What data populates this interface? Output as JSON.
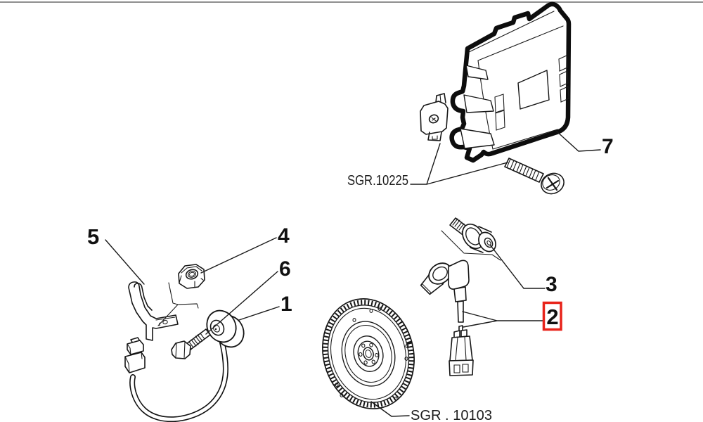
{
  "diagram": {
    "kind": "exploded-parts-diagram",
    "background": "#ffffff",
    "ink_color": "#1a1a1a",
    "highlight_color": "#e8231a",
    "frame_line_color": "#8f8f8f"
  },
  "callouts": [
    {
      "label": "1",
      "part": "knock-sensor-with-cable",
      "highlighted": false
    },
    {
      "label": "2",
      "part": "engine-rpm-sensor",
      "highlighted": true
    },
    {
      "label": "3",
      "part": "bolt-with-spacer",
      "highlighted": false
    },
    {
      "label": "4",
      "part": "self-locking-nut",
      "highlighted": false
    },
    {
      "label": "5",
      "part": "mounting-bracket",
      "highlighted": false
    },
    {
      "label": "6",
      "part": "hex-bolt",
      "highlighted": false
    },
    {
      "label": "7",
      "part": "engine-control-unit",
      "highlighted": false
    }
  ],
  "reference_codes": [
    {
      "code": "SGR.10225",
      "points_to": "ecu-retaining-clip-and-screw"
    },
    {
      "code": "SGR . 10103",
      "points_to": "flywheel-ring-gear"
    }
  ]
}
